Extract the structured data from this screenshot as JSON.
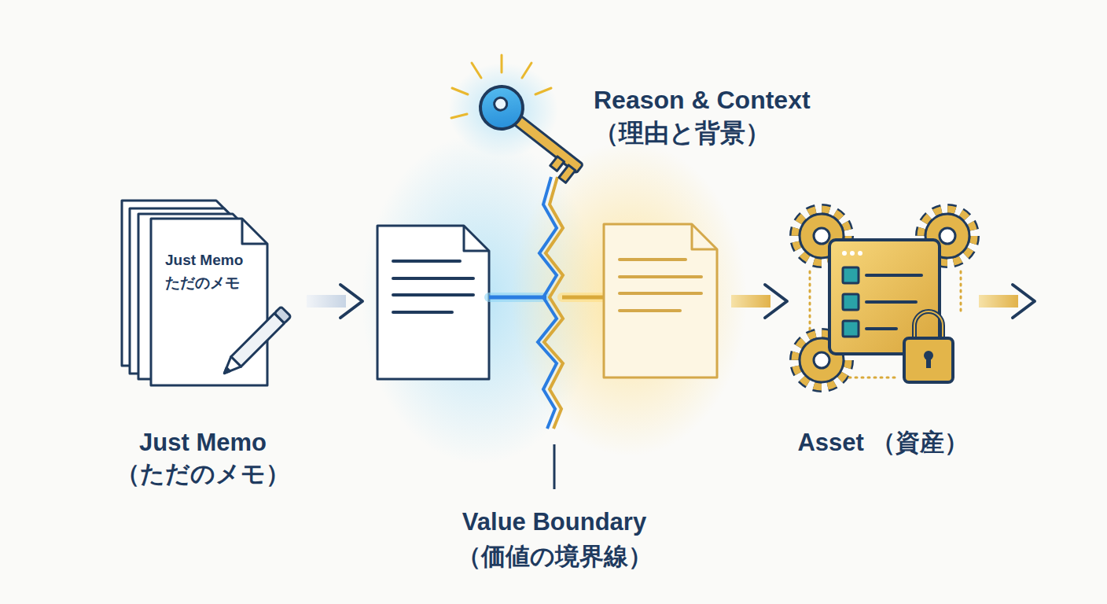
{
  "diagram": {
    "nodes": [
      {
        "text": [
          "Just Memo ただのメモ",
          "Just Memo （ただのメモ）"
        ]
      },
      {
        "text": [
          "Asset （資産）"
        ]
      }
    ],
    "labels": [
      "Reason & Context （理由と背景）",
      "Value Boundary （価値の境界線）"
    ]
  }
}
